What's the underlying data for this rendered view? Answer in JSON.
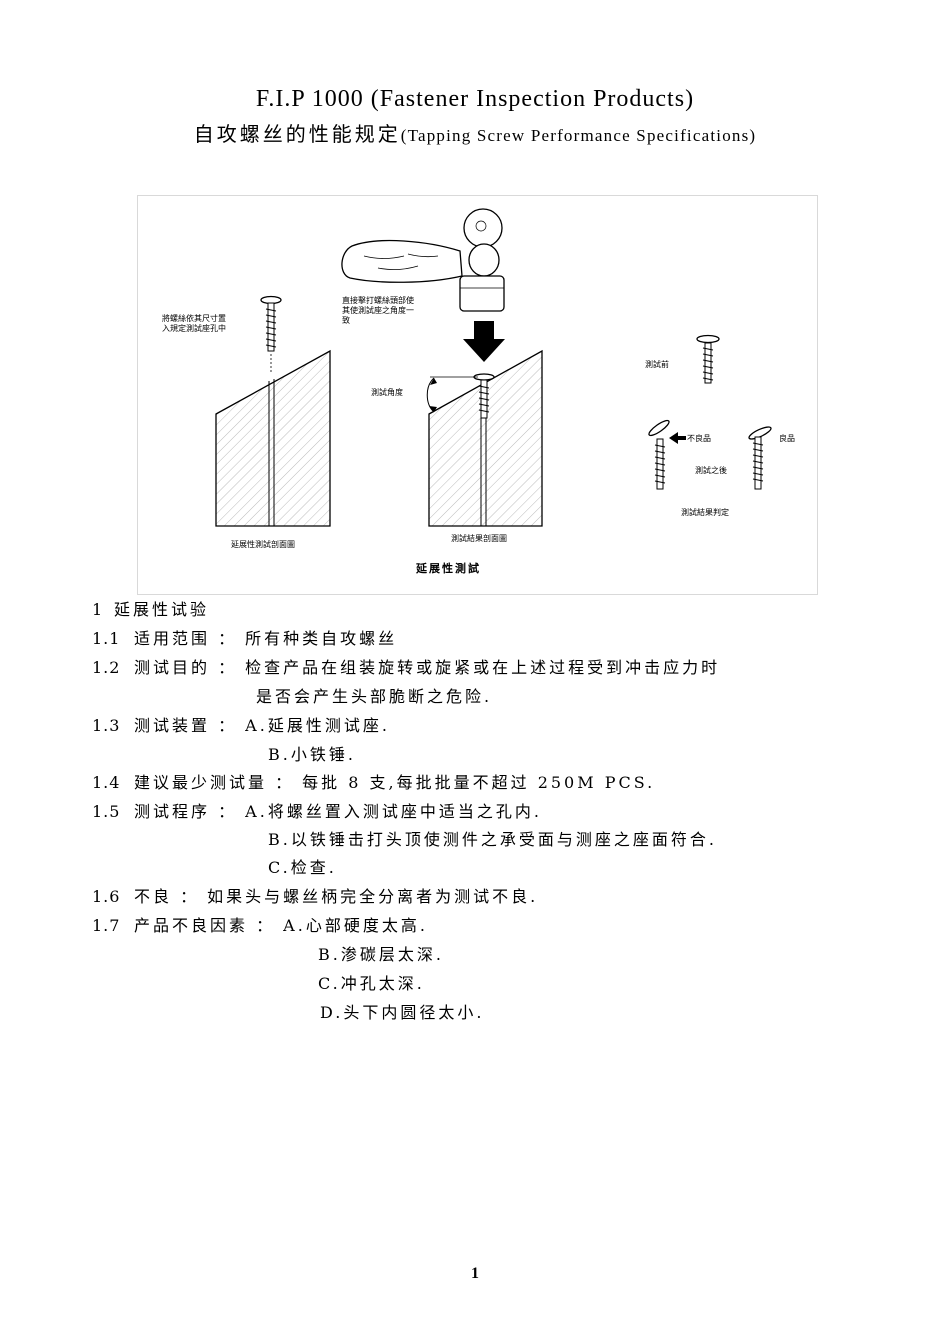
{
  "header": {
    "title_en": "F.I.P 1000 (Fastener Inspection Products)",
    "title_cn": "自攻螺丝的性能规定",
    "title_cn_en": "(Tapping Screw Performance Specifications)"
  },
  "figure": {
    "label_insert": "將螺絲依其尺寸置\n入規定測試座孔中",
    "label_hammer": "直接擊打螺絲頭部使\n其使測試座之角度一\n致",
    "label_angle": "測試角度",
    "label_before": "測試前",
    "label_bad": "不良品",
    "label_good": "良品",
    "label_after": "測試之後",
    "label_judge": "測試結果判定",
    "caption_left": "延展性測試剖面圖",
    "caption_mid": "測試結果剖面圖",
    "caption_title": "延展性測試"
  },
  "sections": [
    {
      "num": "1",
      "text": "延展性试验"
    },
    {
      "num": "1.1",
      "text": "适用范围 ： 所有种类自攻螺丝"
    },
    {
      "num": "1.2",
      "text": "测试目的 ： 检查产品在组装旋转或旋紧或在上述过程受到冲击应力时"
    },
    {
      "num": "",
      "text": "是否会产生头部脆断之危险."
    },
    {
      "num": "1.3",
      "text": "测试装置 ：  A.延展性测试座."
    },
    {
      "num": "",
      "text": "B.小铁锤."
    },
    {
      "num": "1.4",
      "text": "建议最少测试量 ： 每批 8 支,每批批量不超过 250M PCS."
    },
    {
      "num": "1.5",
      "text": "测试程序 ：  A.将螺丝置入测试座中适当之孔内."
    },
    {
      "num": "",
      "text": "B.以铁锤击打头顶使测件之承受面与测座之座面符合."
    },
    {
      "num": "",
      "text": "C.检查."
    },
    {
      "num": "1.6",
      "text": "不良 ： 如果头与螺丝柄完全分离者为测试不良."
    },
    {
      "num": "1.7",
      "text": "产品不良因素 ：  A.心部硬度太高."
    },
    {
      "num": "",
      "text": "B.渗碳层太深."
    },
    {
      "num": "",
      "text": "C.冲孔太深."
    },
    {
      "num": "",
      "text": "D.头下内圆径太小."
    }
  ],
  "footer": {
    "page_number": "1"
  }
}
